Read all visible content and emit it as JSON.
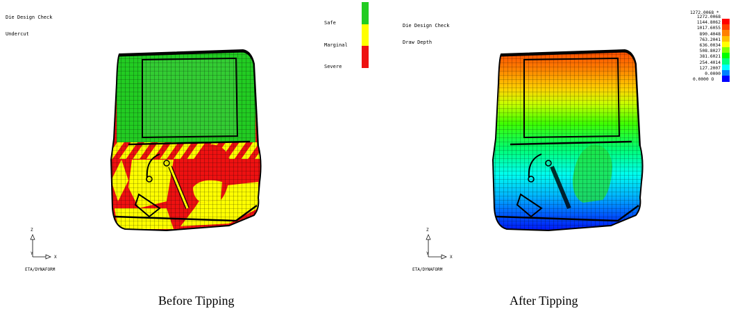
{
  "left": {
    "title_line1": "Die Design Check",
    "title_line2": "Undercut",
    "legend": [
      {
        "label": "Safe",
        "color": "#22cc22"
      },
      {
        "label": "Marginal",
        "color": "#ffff00"
      },
      {
        "label": "Severe",
        "color": "#ee1111"
      }
    ],
    "axis": {
      "z": "Z",
      "y": "Y",
      "x": "X"
    },
    "watermark": "ETA/DYNAFORM",
    "caption": "Before Tipping"
  },
  "right": {
    "title_line1": "Die Design Check",
    "title_line2": "Draw Depth",
    "scale": {
      "top_extra": "1272.0068 *",
      "values": [
        "1272.0068",
        "1144.8062",
        "1017.6055",
        "890.4048",
        "763.2041",
        "636.0034",
        "508.8027",
        "381.6021",
        "254.4014",
        "127.2007",
        "0.0000",
        "0.0000 O"
      ],
      "colors": [
        "#ff0000",
        "#ff4000",
        "#ff8000",
        "#ffbf00",
        "#ffff00",
        "#80ff00",
        "#00ff00",
        "#00ff80",
        "#00ffff",
        "#0080ff",
        "#0000ff"
      ]
    },
    "axis": {
      "z": "Z",
      "y": "Y",
      "x": "X"
    },
    "watermark": "ETA/DYNAFORM",
    "caption": "After Tipping"
  }
}
